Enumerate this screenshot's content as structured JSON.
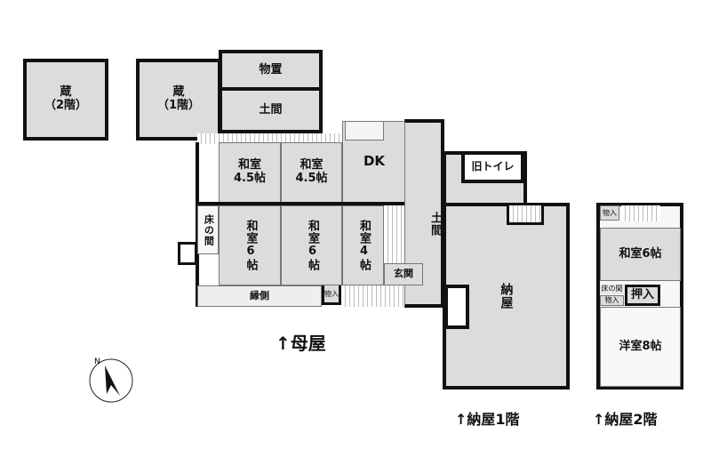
{
  "title": "Floor plan",
  "buildings": {
    "main_house": "↑母屋",
    "barn_1f": "↑納屋1階",
    "barn_2f": "↑納屋2階"
  },
  "rooms": {
    "storehouse_2f": "蔵\n（2階）",
    "storehouse_1f": "蔵\n（1階）",
    "storage_shed": "物置",
    "doma_top": "土間",
    "washitsu_45_a": "和室\n4.5帖",
    "washitsu_45_b": "和室\n4.5帖",
    "dk": "DK",
    "doma_side": "土間",
    "tokonoma": "床の間",
    "washitsu_6_a": "和室6帖",
    "washitsu_6_b": "和室6帖",
    "washitsu_4": "和室4帖",
    "genkan": "玄関",
    "engawa": "縁側",
    "closet_main": "物入",
    "old_toilet": "旧トイレ",
    "barn": "納屋",
    "closet_2f_top": "物入",
    "washitsu_6_2f": "和室6帖",
    "tokonoma_2f": "床の間",
    "closet_2f_bottom": "物入",
    "oshiire": "押入",
    "youshitsu_8": "洋室8帖"
  },
  "compass": {
    "label": "N",
    "icon": "north-arrow-icon"
  }
}
